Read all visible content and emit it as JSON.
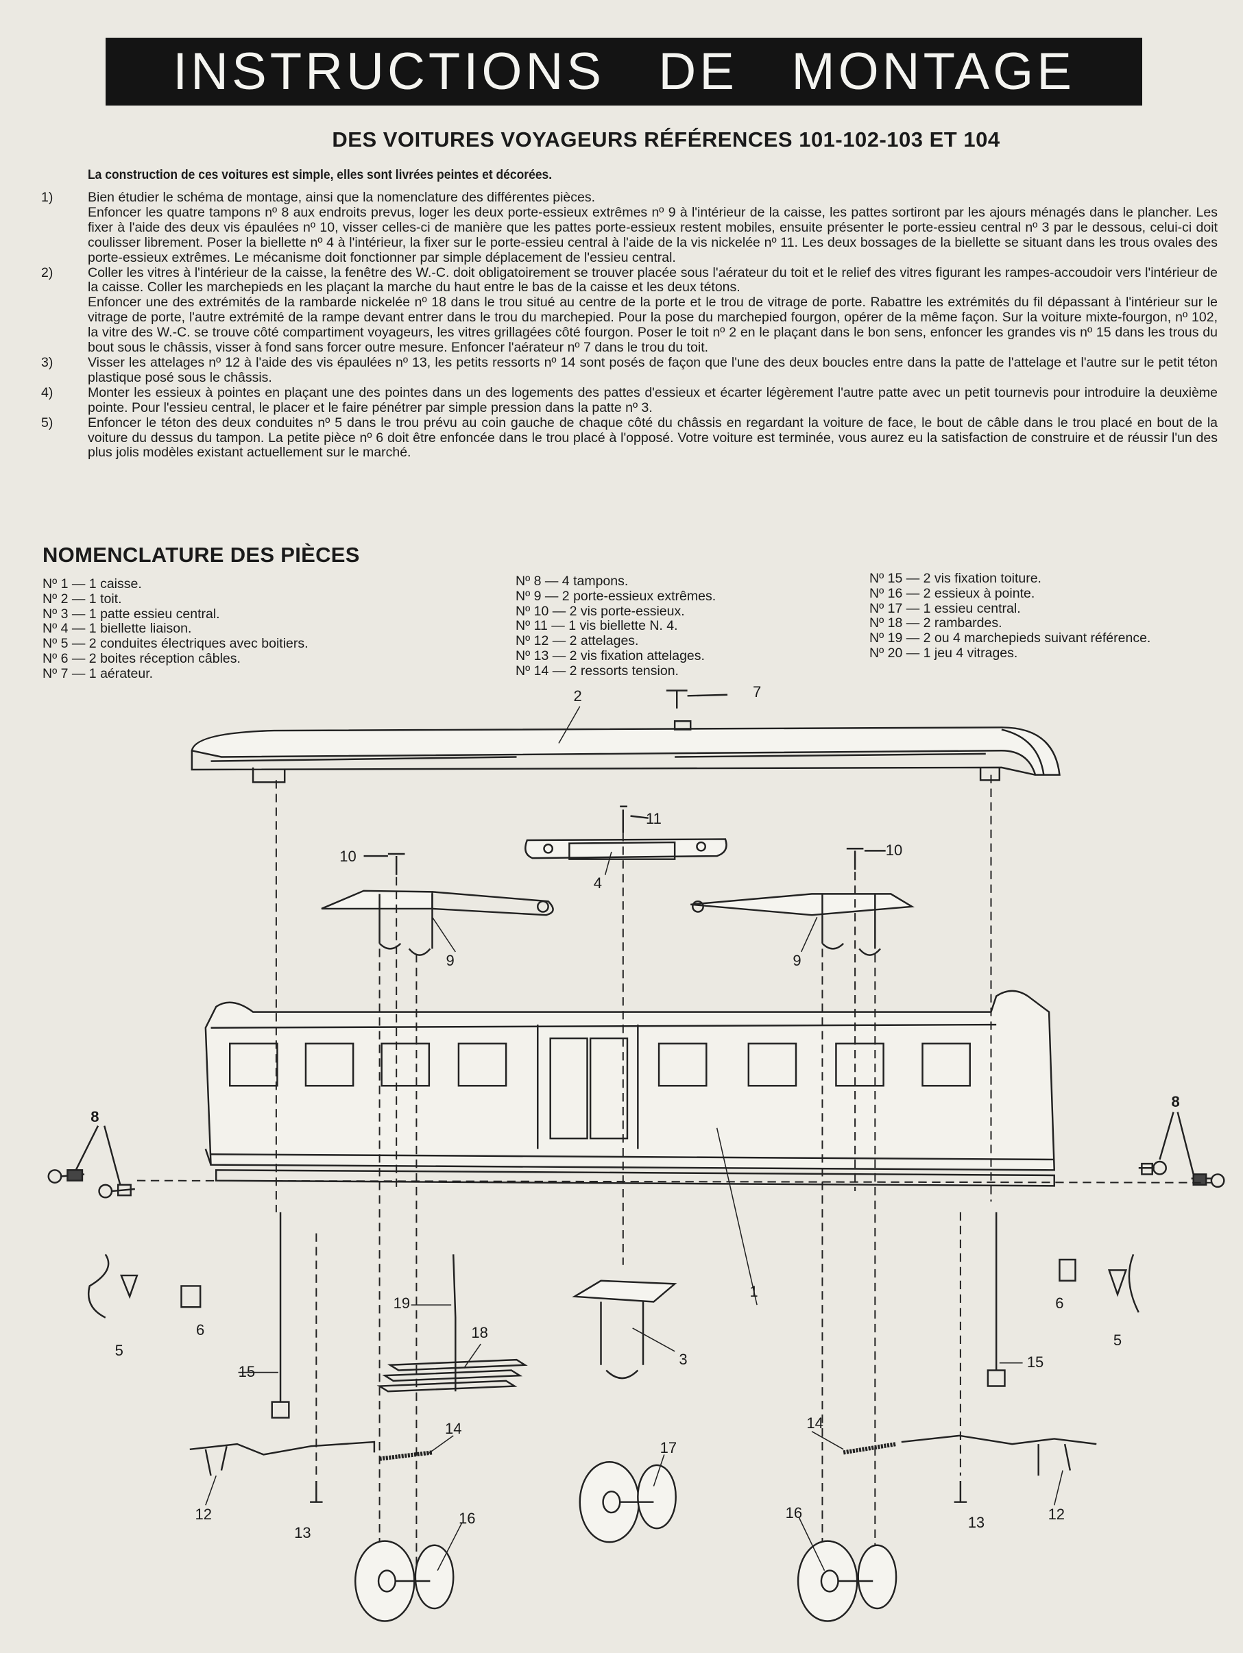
{
  "header": {
    "title": "INSTRUCTIONS   DE   MONTAGE",
    "subtitle": "DES VOITURES VOYAGEURS RÉFÉRENCES 101-102-103 ET 104",
    "intro": "La construction de ces voitures est simple, elles sont livrées peintes et décorées."
  },
  "steps": [
    {
      "num": "1)",
      "paragraphs": [
        "Bien étudier le schéma de montage, ainsi que la nomenclature des différentes pièces.",
        "Enfoncer les quatre tampons nº 8 aux endroits prevus, loger les deux porte-essieux extrêmes nº 9 à l'intérieur de la caisse, les pattes sortiront par les ajours ménagés dans le plancher. Les fixer à l'aide des deux vis épaulées nº 10, visser celles-ci de manière que les pattes porte-essieux restent mobiles, ensuite présenter le porte-essieu central nº 3 par le dessous, celui-ci doit coulisser librement. Poser la biellette nº 4 à l'intérieur, la fixer sur le porte-essieu central à l'aide de la vis nickelée nº 11. Les deux bossages de la biellette se situant dans les trous ovales des porte-essieux extrêmes. Le mécanisme doit fonctionner par simple déplacement de l'essieu central."
      ]
    },
    {
      "num": "2)",
      "paragraphs": [
        "Coller les vitres à l'intérieur de la caisse, la fenêtre des W.-C. doit obligatoirement se trouver placée sous l'aérateur du toit et le relief des vitres figurant les rampes-accoudoir vers l'intérieur de la caisse. Coller les marchepieds en les plaçant la marche du haut entre le bas de la caisse et les deux tétons.",
        "Enfoncer une des extrémités de la rambarde nickelée nº 18 dans le trou situé au centre de la porte et le trou de vitrage de porte. Rabattre les extrémités du fil dépassant à l'intérieur sur le vitrage de porte, l'autre extrémité de la rampe devant entrer dans le trou du marchepied. Pour la pose du marchepied fourgon, opérer de la même façon. Sur la voiture mixte-fourgon, nº 102, la vitre des W.-C. se trouve côté compartiment voyageurs, les vitres grillagées côté fourgon. Poser le toit nº 2 en le plaçant dans le bon sens, enfoncer les grandes vis nº 15 dans les trous du bout sous le châssis, visser à fond sans forcer outre mesure. Enfoncer l'aérateur nº 7 dans le trou du toit."
      ]
    },
    {
      "num": "3)",
      "paragraphs": [
        "Visser les attelages nº 12 à l'aide des vis épaulées nº 13, les petits ressorts nº 14 sont posés de façon que l'une des deux boucles entre dans la patte de l'attelage et l'autre sur le petit téton plastique posé sous le châssis."
      ]
    },
    {
      "num": "4)",
      "paragraphs": [
        "Monter les essieux à pointes en plaçant une des pointes dans un des logements des pattes d'essieux et écarter légèrement l'autre patte avec un petit tournevis pour introduire la deuxième pointe. Pour l'essieu central, le placer et le faire pénétrer par simple pression dans la patte nº 3."
      ]
    },
    {
      "num": "5)",
      "paragraphs": [
        "Enfoncer le téton des deux conduites nº 5 dans le trou prévu au coin gauche de chaque côté du châssis en regardant la voiture de face, le bout de câble dans le trou placé en bout de la voiture du dessus du tampon. La petite pièce nº 6 doit être enfoncée dans le trou placé à l'opposé. Votre voiture est terminée, vous aurez eu la satisfaction de construire et de réussir l'un des plus jolis modèles existant actuellement sur le marché."
      ]
    }
  ],
  "nomenclature": {
    "title": "NOMENCLATURE DES PIÈCES",
    "columns": [
      [
        "Nº  1 — 1 caisse.",
        "Nº  2 — 1 toit.",
        "Nº  3 — 1 patte essieu central.",
        "Nº  4 — 1 biellette liaison.",
        "Nº  5 — 2 conduites électriques avec boitiers.",
        "Nº  6 — 2 boites réception câbles.",
        "Nº  7 — 1 aérateur."
      ],
      [
        "Nº  8 — 4 tampons.",
        "Nº  9 — 2 porte-essieux extrêmes.",
        "Nº 10 — 2 vis porte-essieux.",
        "Nº 11 — 1 vis biellette N. 4.",
        "Nº 12 — 2 attelages.",
        "Nº 13 — 2 vis fixation attelages.",
        "Nº 14 — 2 ressorts tension."
      ],
      [
        "Nº 15 — 2 vis fixation toiture.",
        "Nº 16 — 2 essieux à pointe.",
        "Nº 17 — 1 essieu central.",
        "Nº 18 — 2 rambardes.",
        "Nº 19 — 2 ou 4 marchepieds suivant référence.",
        "Nº 20 — 1 jeu 4 vitrages."
      ]
    ]
  },
  "diagram_labels": [
    "2",
    "7",
    "11",
    "10",
    "10",
    "4",
    "9",
    "9",
    "8",
    "8",
    "1",
    "5",
    "6",
    "19",
    "18",
    "3",
    "6",
    "5",
    "15",
    "15",
    "14",
    "14",
    "17",
    "12",
    "13",
    "16",
    "16",
    "13",
    "12"
  ]
}
